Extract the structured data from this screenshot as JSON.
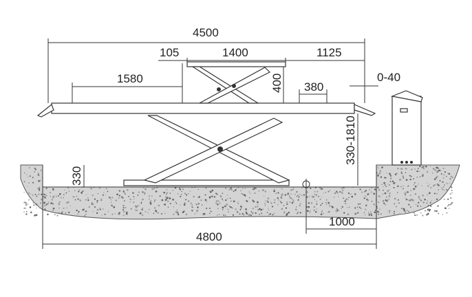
{
  "dimensions": {
    "overall_length": "4500",
    "offset": "105",
    "lift_platform": "1400",
    "front_extension": "1125",
    "rear_section": "1580",
    "lift_height": "400",
    "slot": "380",
    "ramp_gap": "0-40",
    "lift_range": "330-1810",
    "pit_depth": "330",
    "pit_to_control": "1000",
    "pit_length": "4800"
  },
  "colors": {
    "line": "#333333",
    "ground": "#cfcfcf"
  }
}
